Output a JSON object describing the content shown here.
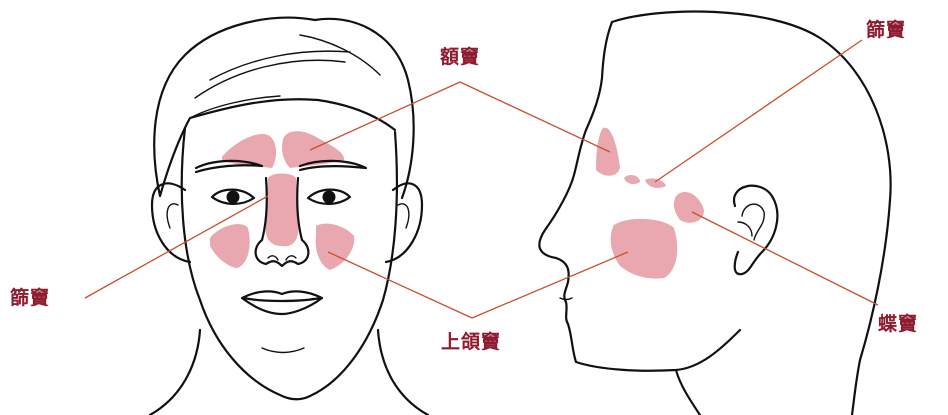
{
  "colors": {
    "sinus_fill": "#e9a7b0",
    "label_text": "#8e1b2e",
    "leader_line": "#c8502a",
    "outline": "#111111"
  },
  "labels": {
    "frontal_front": "額竇",
    "ethmoid_front": "篩竇",
    "maxillary_front": "上頜竇",
    "ethmoid_side": "篩竇",
    "sphenoid_side": "蝶竇"
  }
}
